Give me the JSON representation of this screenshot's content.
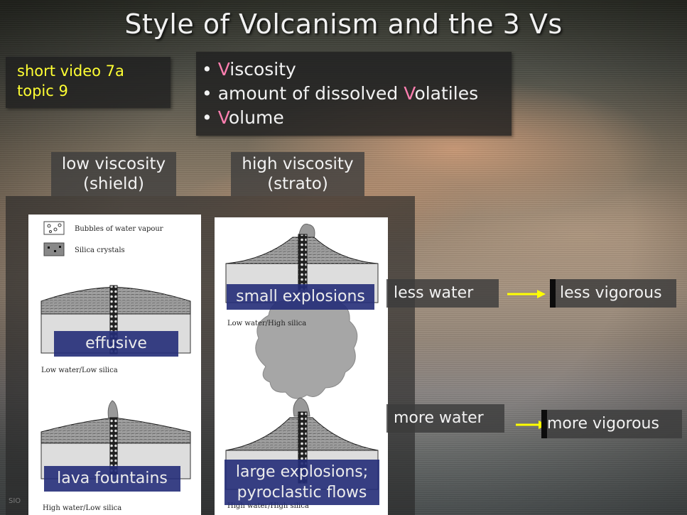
{
  "title": "Style of Volcanism and the 3 Vs",
  "video": {
    "line1": "short video 7a",
    "line2": "topic 9"
  },
  "vs": {
    "items": [
      {
        "v": "V",
        "rest": "iscosity",
        "prefix": ""
      },
      {
        "v": "V",
        "rest": "olatiles",
        "prefix": "amount of dissolved "
      },
      {
        "v": "V",
        "rest": "olume",
        "prefix": ""
      }
    ],
    "bullet": "•"
  },
  "columns": {
    "low": {
      "line1": "low viscosity",
      "line2": "(shield)"
    },
    "high": {
      "line1": "high viscosity",
      "line2": "(strato)"
    }
  },
  "legend": {
    "bubbles": "Bubbles of water vapour",
    "crystals": "Silica crystals"
  },
  "captions": {
    "low_low": "Low water/Low silica",
    "high_low": "High water/Low silica",
    "low_high": "Low water/High silica",
    "high_high": "High water/High silica"
  },
  "labels": {
    "effusive": "effusive",
    "lava_fountains": "lava fountains",
    "small_explosions": "small explosions",
    "large_explosions_1": "large explosions;",
    "large_explosions_2": "pyroclastic flows"
  },
  "water": {
    "less": "less water",
    "more": "more water"
  },
  "vigor": {
    "less": "less vigorous",
    "more": "more vigorous"
  },
  "footer": "SIO",
  "colors": {
    "accent_yellow": "#ffff33",
    "v_pink": "#ff7fb0",
    "label_blue": "#242c78",
    "arrow_yellow": "#ffff00"
  }
}
